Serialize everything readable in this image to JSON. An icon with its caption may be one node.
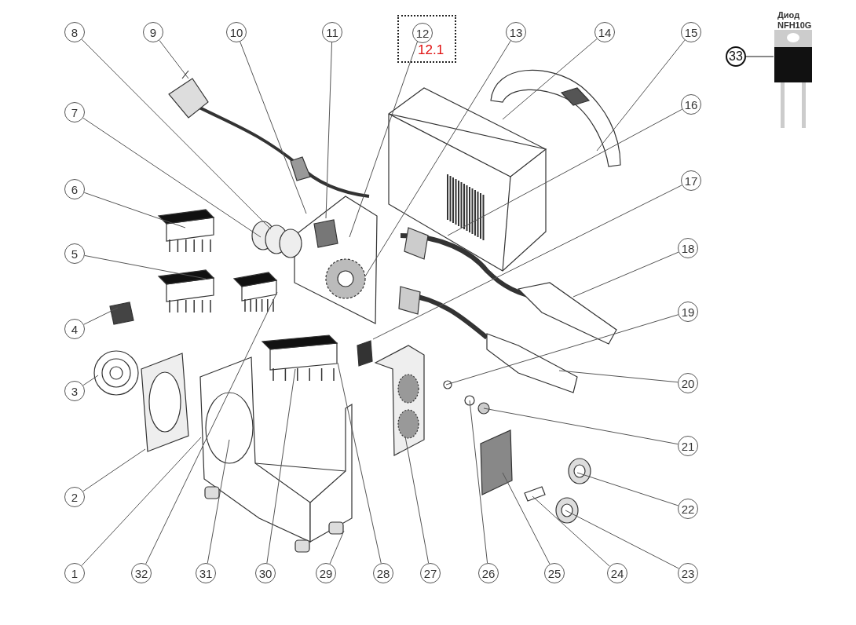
{
  "diagram": {
    "nodes": [
      {
        "text": [
          "1"
        ]
      },
      {
        "text": [
          "2"
        ]
      },
      {
        "text": [
          "3"
        ]
      },
      {
        "text": [
          "4"
        ]
      },
      {
        "text": [
          "5"
        ]
      },
      {
        "text": [
          "6"
        ]
      },
      {
        "text": [
          "7"
        ]
      },
      {
        "text": [
          "8"
        ]
      },
      {
        "text": [
          "9"
        ]
      },
      {
        "text": [
          "10"
        ]
      },
      {
        "text": [
          "11"
        ]
      },
      {
        "text": [
          "12.1"
        ]
      },
      {
        "text": [
          "12"
        ],
        "in": 11
      },
      {
        "text": [
          "13"
        ]
      },
      {
        "text": [
          "14"
        ]
      },
      {
        "text": [
          "15"
        ]
      },
      {
        "text": [
          "16"
        ]
      },
      {
        "text": [
          "17"
        ]
      },
      {
        "text": [
          "18"
        ]
      },
      {
        "text": [
          "19"
        ]
      },
      {
        "text": [
          "20"
        ]
      },
      {
        "text": [
          "21"
        ]
      },
      {
        "text": [
          "22"
        ]
      },
      {
        "text": [
          "23"
        ]
      },
      {
        "text": [
          "24"
        ]
      },
      {
        "text": [
          "25"
        ]
      },
      {
        "text": [
          "26"
        ]
      },
      {
        "text": [
          "27"
        ]
      },
      {
        "text": [
          "28"
        ]
      },
      {
        "text": [
          "29"
        ]
      },
      {
        "text": [
          "30"
        ]
      },
      {
        "text": [
          "31"
        ]
      },
      {
        "text": [
          "32"
        ]
      },
      {
        "text": [
          "33"
        ]
      },
      {
        "text": [],
        "shape": "picture",
        "beside": [
          "Диод NFH10G"
        ]
      }
    ],
    "edges": [
      {
        "from": 0,
        "to": null,
        "arrow": "none"
      },
      {
        "from": 1,
        "to": null,
        "arrow": "none"
      },
      {
        "from": 2,
        "to": null,
        "arrow": "none"
      },
      {
        "from": 3,
        "to": null,
        "arrow": "none"
      },
      {
        "from": 4,
        "to": null,
        "arrow": "none"
      },
      {
        "from": 5,
        "to": null,
        "arrow": "none"
      },
      {
        "from": 6,
        "to": null,
        "arrow": "none"
      },
      {
        "from": 7,
        "to": null,
        "arrow": "none"
      },
      {
        "from": 8,
        "to": null,
        "arrow": "none"
      },
      {
        "from": 9,
        "to": null,
        "arrow": "none"
      },
      {
        "from": 10,
        "to": null,
        "arrow": "none"
      },
      {
        "from": 12,
        "to": null,
        "arrow": "none"
      },
      {
        "from": 13,
        "to": null,
        "arrow": "none"
      },
      {
        "from": 14,
        "to": null,
        "arrow": "none"
      },
      {
        "from": 15,
        "to": null,
        "arrow": "none"
      },
      {
        "from": 16,
        "to": null,
        "arrow": "none"
      },
      {
        "from": 17,
        "to": null,
        "arrow": "none"
      },
      {
        "from": 18,
        "to": null,
        "arrow": "none"
      },
      {
        "from": 19,
        "to": null,
        "arrow": "none"
      },
      {
        "from": 20,
        "to": null,
        "arrow": "none"
      },
      {
        "from": 21,
        "to": null,
        "arrow": "none"
      },
      {
        "from": 22,
        "to": null,
        "arrow": "none"
      },
      {
        "from": 23,
        "to": null,
        "arrow": "none"
      },
      {
        "from": 24,
        "to": null,
        "arrow": "none"
      },
      {
        "from": 25,
        "to": null,
        "arrow": "none"
      },
      {
        "from": 26,
        "to": null,
        "arrow": "none"
      },
      {
        "from": 27,
        "to": null,
        "arrow": "none"
      },
      {
        "from": 28,
        "to": null,
        "arrow": "none"
      },
      {
        "from": 29,
        "to": null,
        "arrow": "none"
      },
      {
        "from": 30,
        "to": null,
        "arrow": "none"
      },
      {
        "from": 31,
        "to": null,
        "arrow": "none"
      },
      {
        "from": 32,
        "to": null,
        "arrow": "none"
      },
      {
        "from": 33,
        "to": 34,
        "arrow": "none"
      }
    ]
  }
}
